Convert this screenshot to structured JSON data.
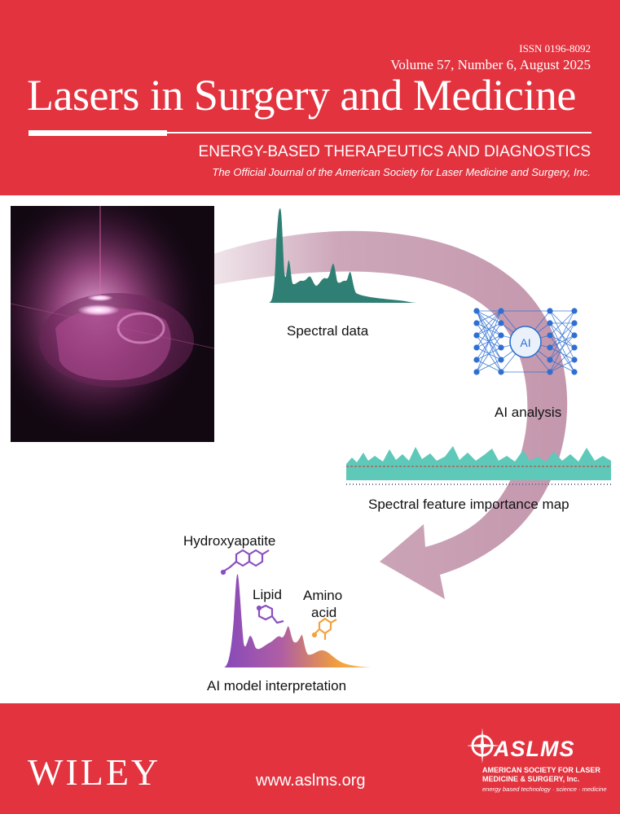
{
  "journal": {
    "issn": "ISSN 0196-8092",
    "volume_line": "Volume 57, Number 6, August 2025",
    "title": "Lasers in Surgery and Medicine",
    "subtitle": "ENERGY-BASED THERAPEUTICS AND DIAGNOSTICS",
    "tagline": "The Official Journal of the American Society for Laser Medicine and Surgery, Inc."
  },
  "figure": {
    "labels": {
      "spectral_data": "Spectral data",
      "ai_analysis": "AI analysis",
      "ai_node": "AI",
      "feature_map": "Spectral feature importance map",
      "hydroxyapatite": "Hydroxyapatite",
      "lipid": "Lipid",
      "amino_line1": "Amino",
      "amino_line2": "acid",
      "interpretation": "AI model interpretation"
    },
    "colors": {
      "spectrum_teal": "#2f7f74",
      "network_blue": "#2e6fd1",
      "arrow_mauve": "#c497ad",
      "map_teal": "#5ec9b8",
      "purple": "#8a4fc0",
      "orange": "#f4a23a"
    }
  },
  "footer": {
    "publisher": "WILEY",
    "website": "www.aslms.org",
    "society_abbr": "ASLMS",
    "society_line1": "AMERICAN SOCIETY FOR LASER",
    "society_line2": "MEDICINE & SURGERY, Inc.",
    "society_tagline": "energy based technology · science · medicine"
  },
  "colors": {
    "brand_red": "#e2333f"
  }
}
